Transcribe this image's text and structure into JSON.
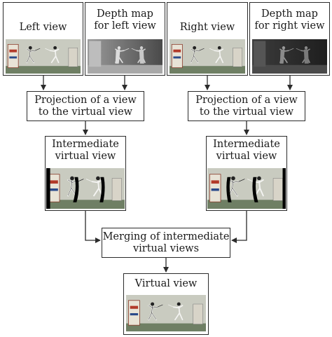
{
  "inputs": [
    {
      "label": "Left view",
      "image": "fencing-left-view"
    },
    {
      "label": "Depth map\nfor left view",
      "image": "depth-map-left"
    },
    {
      "label": "Right view",
      "image": "fencing-right-view"
    },
    {
      "label": "Depth map\nfor right view",
      "image": "depth-map-right"
    }
  ],
  "projection_left": "Projection of a view\nto the virtual view",
  "projection_right": "Projection of a view\nto the virtual view",
  "intermediate_left": {
    "label": "Intermediate\nvirtual view",
    "image": "intermediate-left-with-holes"
  },
  "intermediate_right": {
    "label": "Intermediate\nvirtual view",
    "image": "intermediate-right-with-holes"
  },
  "merging": "Merging of intermediate\nvirtual views",
  "output": {
    "label": "Virtual view",
    "image": "final-virtual-view"
  },
  "colors": {
    "border": "#2b2b2b",
    "arrow": "#2b2b2b",
    "wall": "#c9cbc0",
    "floor": "#6f7f64",
    "depth_bg": "#5a5a5a"
  }
}
